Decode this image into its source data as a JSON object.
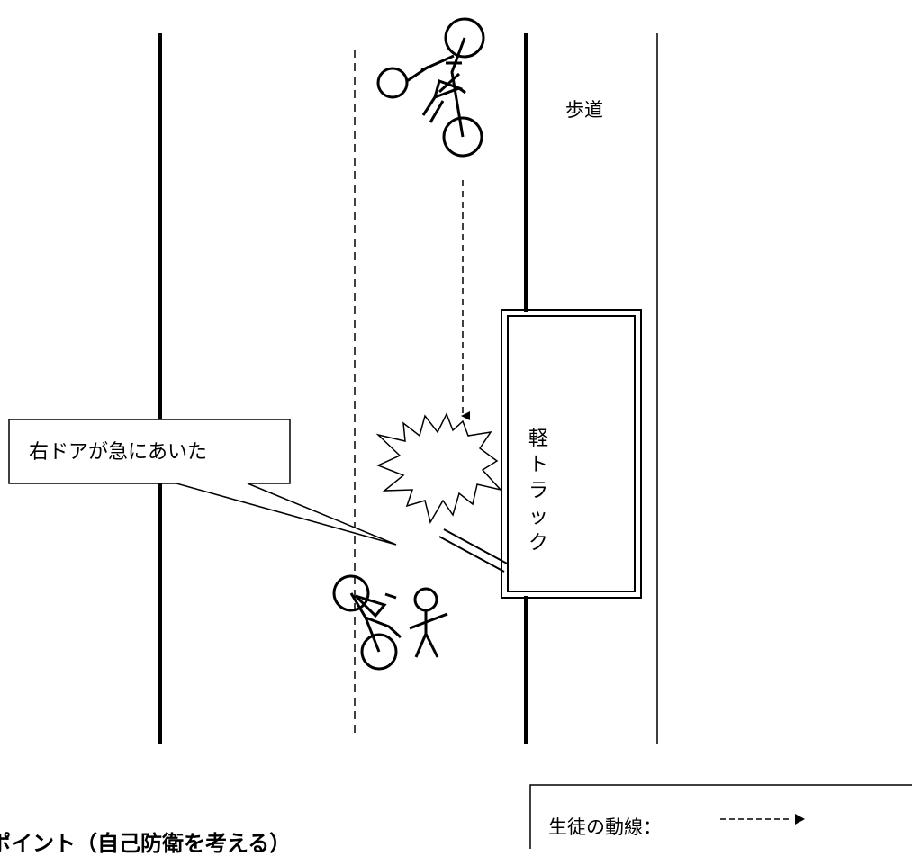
{
  "labels": {
    "sidewalk": "歩道",
    "truck": "軽トラック",
    "callout": "右ドアが急にあいた",
    "legend_label": "生徒の動線：",
    "points_heading": "ポイント（自己防衛を考える）"
  },
  "colors": {
    "stroke": "#000000",
    "background": "#ffffff"
  },
  "icons": {
    "bicycle_top": "bicycle-icon",
    "bicycle_fallen": "bicycle-icon",
    "person": "stick-figure-icon",
    "collision": "burst-icon",
    "legend_arrow": "dashed-arrow-icon"
  }
}
